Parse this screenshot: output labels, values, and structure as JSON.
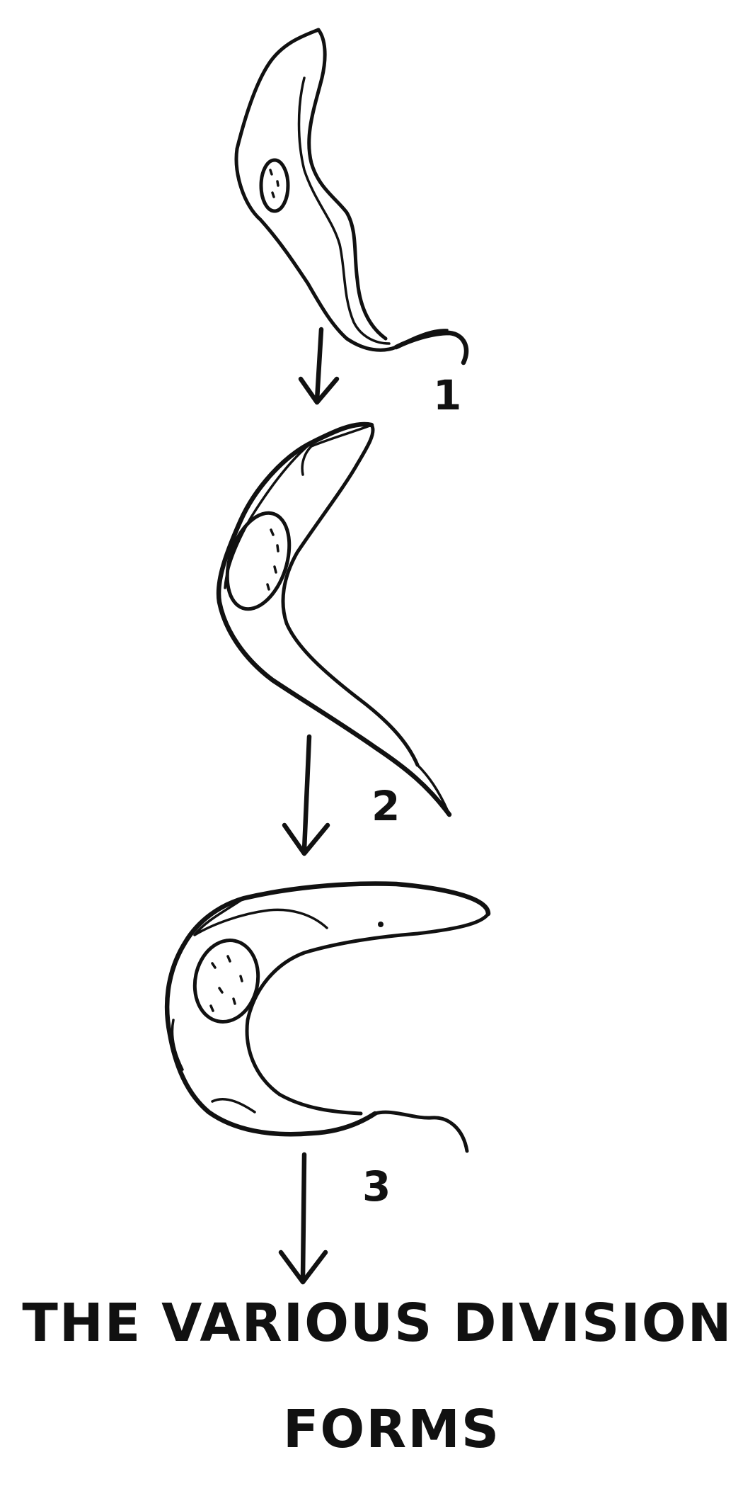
{
  "stages": [
    {
      "label": "1"
    },
    {
      "label": "2"
    },
    {
      "label": "3"
    }
  ],
  "caption": {
    "line1": "THE VARIOUS DIVISION",
    "line2": "FORMS"
  }
}
